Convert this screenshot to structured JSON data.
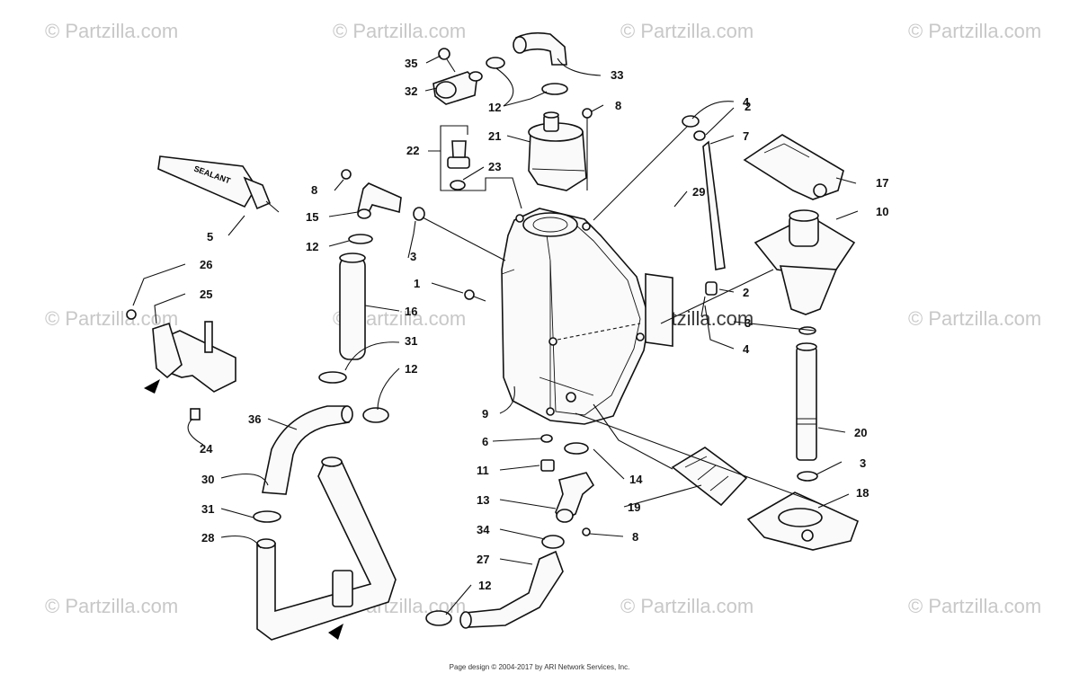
{
  "watermark": "© Partzilla.com",
  "center_watermark": "© Partzilla.com",
  "sealant_label": "SEALANT",
  "footer": "Page design © 2004-2017 by ARI Network Services, Inc.",
  "callouts": {
    "c35": "35",
    "c33": "33",
    "c32": "32",
    "c12a": "12",
    "c8a": "8",
    "c4a": "4",
    "c2a": "2",
    "c7": "7",
    "c21": "21",
    "c22": "22",
    "c23": "23",
    "c17": "17",
    "c8b": "8",
    "c5": "5",
    "c15": "15",
    "c29": "29",
    "c10": "10",
    "c12b": "12",
    "c3a": "3",
    "c26": "26",
    "c25": "25",
    "c1": "1",
    "c2b": "2",
    "c16": "16",
    "c3b": "3",
    "c4b": "4",
    "c31a": "31",
    "c12c": "12",
    "c9": "9",
    "c36": "36",
    "c24": "24",
    "c6": "6",
    "c20": "20",
    "c11": "11",
    "c14": "14",
    "c3c": "3",
    "c30": "30",
    "c18": "18",
    "c13": "13",
    "c31b": "31",
    "c19": "19",
    "c34": "34",
    "c28": "28",
    "c8c": "8",
    "c27": "27",
    "c12d": "12"
  }
}
